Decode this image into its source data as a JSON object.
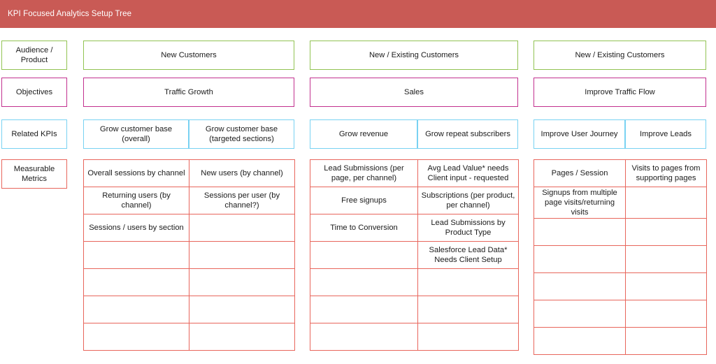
{
  "header": {
    "title": "KPI Focused Analytics Setup Tree",
    "bar_color": "#c95a55"
  },
  "colors": {
    "audience_border": "#92c353",
    "objectives_border": "#c2318f",
    "kpis_border": "#79d2f2",
    "metrics_border": "#e8665c"
  },
  "row_labels": {
    "audience": "Audience / Product",
    "objectives": "Objectives",
    "related_kpis": "Related KPIs",
    "measurable_metrics": "Measurable Metrics"
  },
  "columns": [
    {
      "id": "traffic-growth",
      "audience": "New Customers",
      "objective": "Traffic Growth",
      "related_kpis": [
        "Grow customer base (overall)",
        "Grow customer base (targeted sections)"
      ],
      "metrics": [
        [
          "Overall sessions by channel",
          "New users (by channel)"
        ],
        [
          "Returning users (by channel)",
          "Sessions per user (by channel?)"
        ],
        [
          "Sessions / users by section",
          ""
        ],
        [
          "",
          ""
        ],
        [
          "",
          ""
        ],
        [
          "",
          ""
        ],
        [
          "",
          ""
        ]
      ]
    },
    {
      "id": "sales",
      "audience": "New / Existing Customers",
      "objective": "Sales",
      "related_kpis": [
        "Grow revenue",
        "Grow repeat subscribers"
      ],
      "metrics": [
        [
          "Lead Submissions (per page, per channel)",
          "Avg Lead Value* needs Client input - requested"
        ],
        [
          "Free signups",
          "Subscriptions (per product, per channel)"
        ],
        [
          "Time to Conversion",
          "Lead Submissions by Product Type"
        ],
        [
          "",
          "Salesforce Lead Data* Needs Client Setup"
        ],
        [
          "",
          ""
        ],
        [
          "",
          ""
        ],
        [
          "",
          ""
        ]
      ]
    },
    {
      "id": "improve-traffic-flow",
      "audience": "New / Existing Customers",
      "objective": "Improve Traffic Flow",
      "related_kpis": [
        "Improve User Journey",
        "Improve Leads"
      ],
      "metrics": [
        [
          "Pages / Session",
          "Visits to pages from supporting pages"
        ],
        [
          "Signups from multiple page visits/returning visits",
          ""
        ],
        [
          "",
          ""
        ],
        [
          "",
          ""
        ],
        [
          "",
          ""
        ],
        [
          "",
          ""
        ],
        [
          "",
          ""
        ]
      ]
    }
  ]
}
